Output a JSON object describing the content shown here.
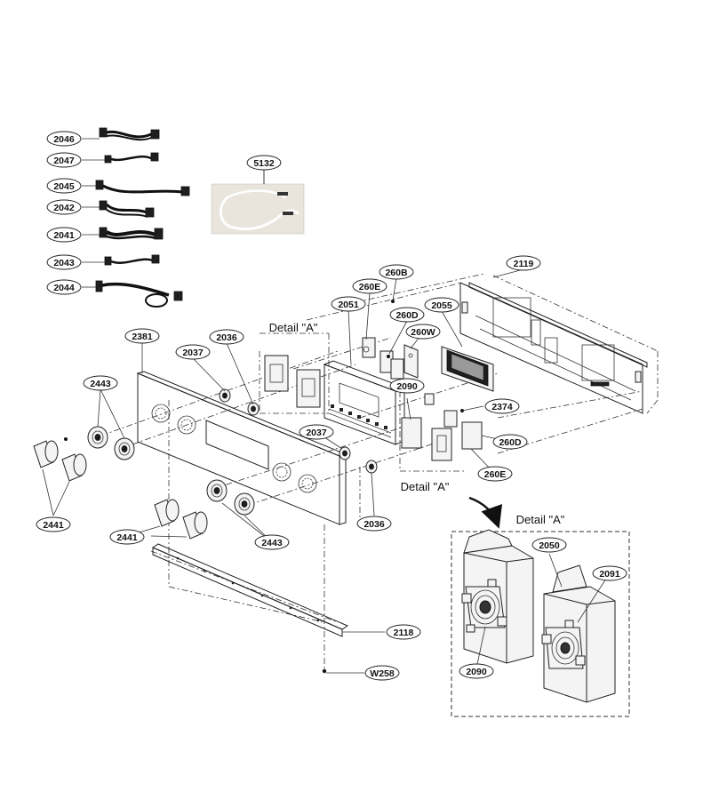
{
  "callouts": {
    "c2046": "2046",
    "c2047": "2047",
    "c2045": "2045",
    "c2042": "2042",
    "c2041": "2041",
    "c2043": "2043",
    "c2044": "2044",
    "c5132": "5132",
    "c2119": "2119",
    "c260B": "260B",
    "c260E_top": "260E",
    "c2051": "2051",
    "c260D_top": "260D",
    "c2055": "2055",
    "c260W": "260W",
    "c2381": "2381",
    "c2036_top": "2036",
    "c2037_top": "2037",
    "c2443_left": "2443",
    "c2090_main": "2090",
    "c2374": "2374",
    "c260D_right": "260D",
    "c2037_mid": "2037",
    "c260E_right": "260E",
    "c2036_bottom": "2036",
    "c2441_left": "2441",
    "c2441_mid": "2441",
    "c2443_mid": "2443",
    "c2050": "2050",
    "c2091": "2091",
    "c2090_detail": "2090",
    "c2118": "2118",
    "cW258": "W258"
  },
  "detail_labels": {
    "top": "Detail \"A\"",
    "mid": "Detail \"A\"",
    "box": "Detail \"A\""
  }
}
